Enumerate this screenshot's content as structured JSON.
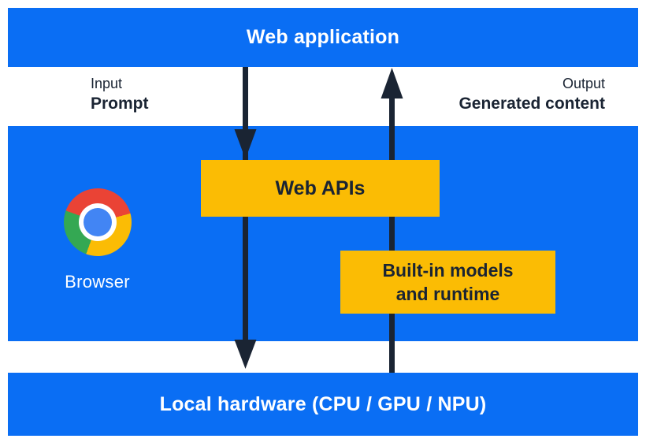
{
  "diagram": {
    "title_layer": {
      "label": "Web application"
    },
    "io": {
      "input_label": "Input",
      "input_value": "Prompt",
      "output_label": "Output",
      "output_value": "Generated content"
    },
    "browser_layer": {
      "browser_label": "Browser",
      "web_apis_label": "Web APIs",
      "builtin_line1": "Built-in models",
      "builtin_line2": "and runtime"
    },
    "hardware_layer": {
      "label": "Local hardware (CPU / GPU / NPU)"
    },
    "arrows": {
      "down_arrow_meaning": "Prompt input flows from web application through Web APIs to local hardware",
      "up_arrow_meaning": "Generated content flows from local hardware through built-in models and runtime to web application"
    }
  },
  "icons": {
    "chrome": "chrome-logo-icon"
  },
  "colors": {
    "layer_blue": "#0a6ef4",
    "accent_yellow": "#fbbc04",
    "arrow_navy": "#1a2433",
    "text_on_blue": "#ffffff",
    "canvas_bg": "#ffffff",
    "chrome_red": "#ea4335",
    "chrome_yellow": "#fbbc05",
    "chrome_green": "#34a853",
    "chrome_blue": "#4285f4",
    "chrome_ring": "#ffffff"
  }
}
